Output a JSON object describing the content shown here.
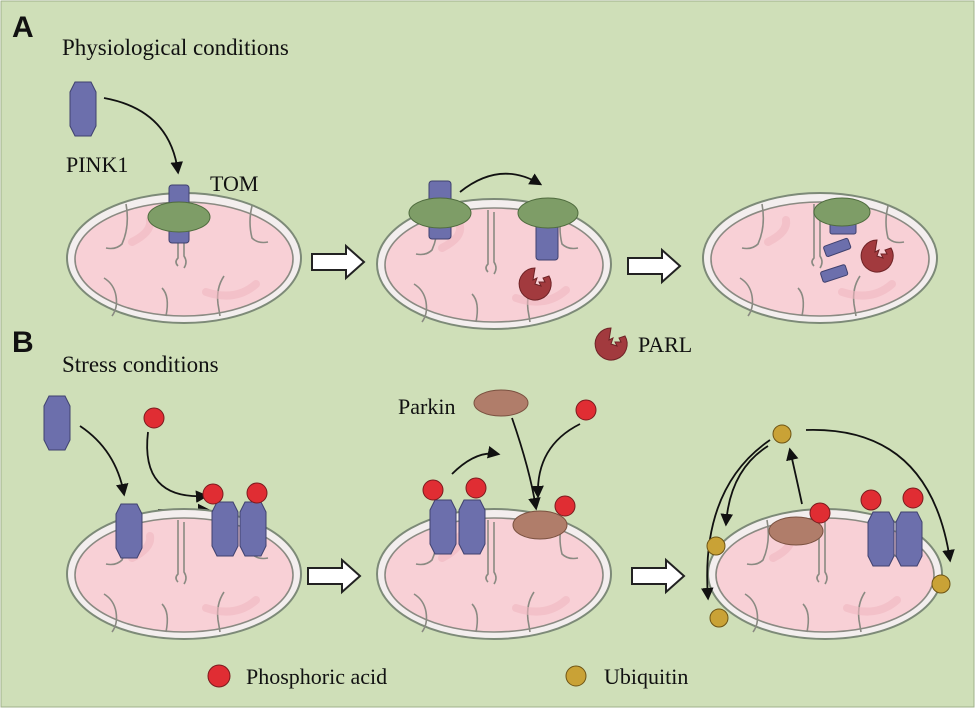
{
  "panel_a": {
    "letter": "A",
    "title": "Physiological conditions",
    "labels": {
      "pink1": "PINK1",
      "tom": "TOM",
      "parl": "PARL"
    }
  },
  "panel_b": {
    "letter": "B",
    "title": "Stress conditions",
    "labels": {
      "parkin": "Parkin"
    }
  },
  "legend": {
    "phosphoric_acid": "Phosphoric acid",
    "ubiquitin": "Ubiquitin"
  },
  "colors": {
    "background": "#cfdfb8",
    "mito_outer": "#f3eeee",
    "mito_matrix": "#f8d0d6",
    "membrane_stroke": "#7d8a78",
    "pink1": "#6c6fac",
    "tom": "#7e9d67",
    "parl": "#a23a3e",
    "parkin": "#b07d6a",
    "phosphate": "#e02d33",
    "ubiquitin": "#c9a236"
  },
  "icons": [
    "pink1-protein-icon",
    "tom-complex-icon",
    "parl-protease-icon",
    "parkin-protein-icon",
    "phosphate-icon",
    "ubiquitin-icon",
    "process-arrow-icon"
  ]
}
